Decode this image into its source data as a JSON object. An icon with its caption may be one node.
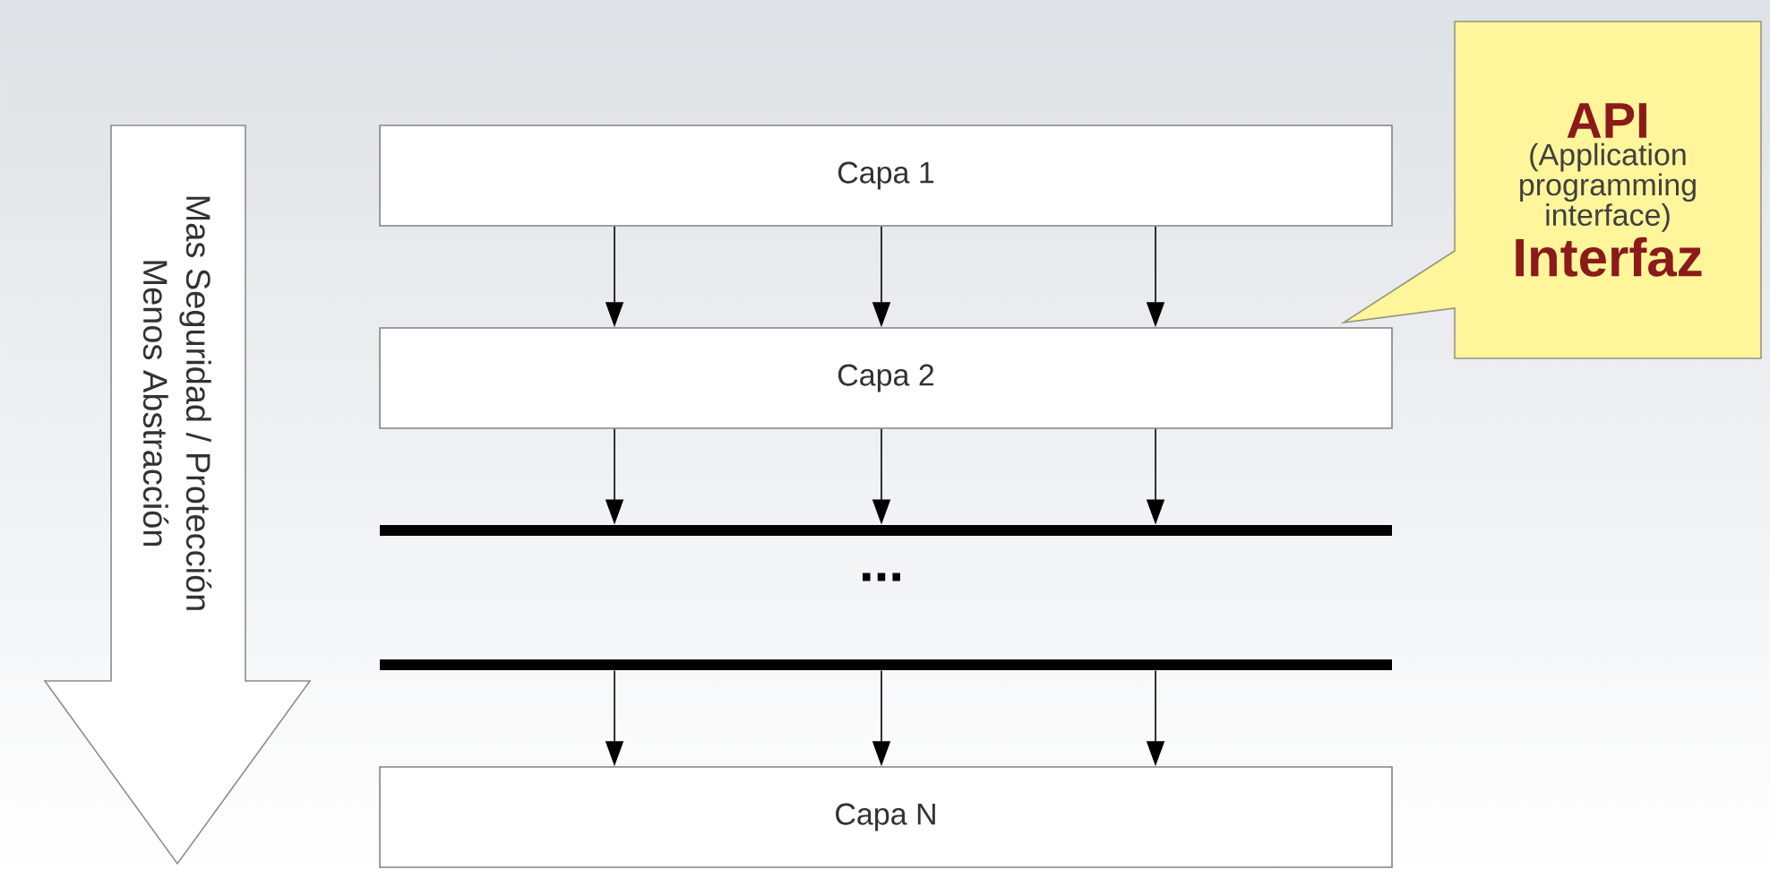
{
  "diagram": {
    "nodes": [
      {
        "text": [
          "Mas Seguridad / Protección",
          "Menos Abstracción"
        ]
      },
      {
        "text": [
          "Capa 1"
        ]
      },
      {
        "text": [
          "Capa 2"
        ]
      },
      {
        "text": [],
        "shape": "bar"
      },
      {
        "text": [],
        "shape": "bar"
      },
      {
        "text": [
          "Capa N"
        ]
      },
      {
        "text": [
          "API",
          "(Application programming interface)",
          "Interfaz"
        ]
      }
    ],
    "edges": [
      {
        "from": 1,
        "to": 2,
        "arrow": "to"
      },
      {
        "from": 1,
        "to": 2,
        "arrow": "to"
      },
      {
        "from": 1,
        "to": 2,
        "arrow": "to"
      },
      {
        "from": 2,
        "to": 3,
        "arrow": "to"
      },
      {
        "from": 2,
        "to": 3,
        "arrow": "to"
      },
      {
        "from": 2,
        "to": 3,
        "arrow": "to"
      },
      {
        "from": 4,
        "to": 5,
        "arrow": "to"
      },
      {
        "from": 4,
        "to": 5,
        "arrow": "to"
      },
      {
        "from": 4,
        "to": 5,
        "arrow": "to"
      }
    ],
    "labels": [
      "..."
    ]
  }
}
